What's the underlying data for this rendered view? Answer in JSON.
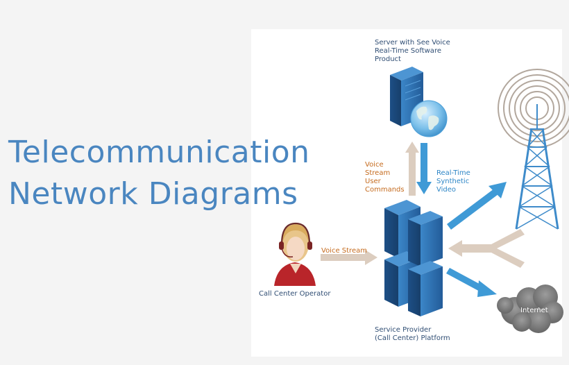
{
  "title": {
    "line1": "Telecommunication",
    "line2": "Network Diagrams"
  },
  "diagram": {
    "server_label": [
      "Server with See Voice",
      "Real-Time Software",
      "Product"
    ],
    "up_arrow_label": [
      "Voice",
      "Stream",
      "User",
      "Commands"
    ],
    "down_arrow_label": [
      "Real-Time",
      "Synthetic",
      "Video"
    ],
    "operator_arrow_label": "Voice Stream",
    "operator_label": "Call Center Operator",
    "platform_label": [
      "Service Provider",
      "(Call Center) Platform"
    ],
    "cloud_label": "Internet",
    "nodes": [
      "server-with-globe",
      "call-center-operator",
      "service-provider-platform",
      "radio-tower",
      "internet-cloud"
    ],
    "colors": {
      "title": "#4a86c0",
      "server_blue": "#2f6fae",
      "arrow_blue": "#3f9ad6",
      "arrow_beige": "#dccdbf",
      "label_dark": "#2f4d73",
      "label_orange": "#c56b1e",
      "label_blue": "#2e86c6"
    }
  }
}
